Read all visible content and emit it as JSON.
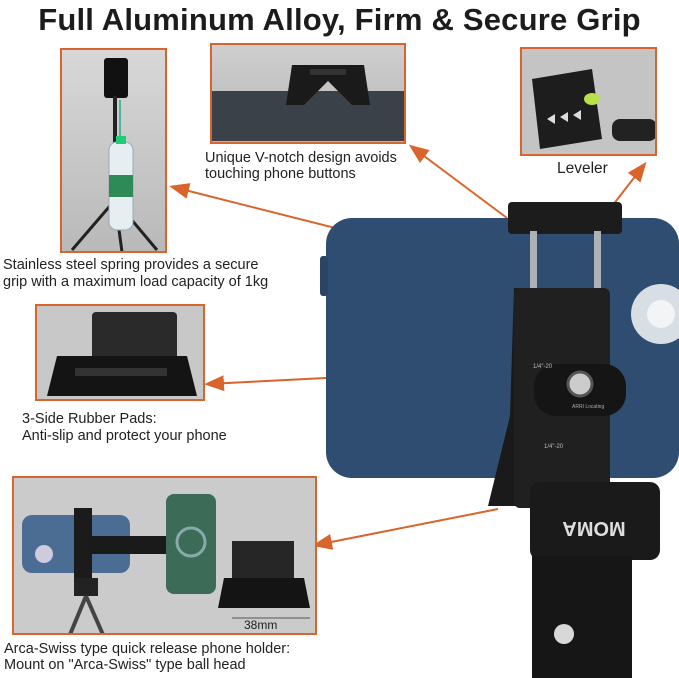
{
  "title": "Full Aluminum Alloy, Firm & Secure Grip",
  "captions": {
    "vnotch_line1": "Unique V-notch design avoids",
    "vnotch_line2": "touching phone buttons",
    "leveler": "Leveler",
    "spring_line1": "Stainless steel spring provides a secure",
    "spring_line2": "grip with a maximum load capacity of 1kg",
    "pads_line1": "3-Side Rubber Pads:",
    "pads_line2": "Anti-slip and protect your phone",
    "arca_line1": "Arca-Swiss type quick release phone holder:",
    "arca_line2": " Mount on \"Arca-Swiss\" type ball head"
  },
  "dimension": "38mm",
  "product_marks": {
    "brand": "MOMA",
    "thread_top": "1/4\"-20",
    "thread_mid": "1/4\"-20",
    "arri": "ARRI Locating"
  },
  "colors": {
    "accent": "#d9642c",
    "phone_blue": "#2f4d70",
    "metal": "#1b1b1b",
    "photo_bg": "#c9c9c9"
  }
}
